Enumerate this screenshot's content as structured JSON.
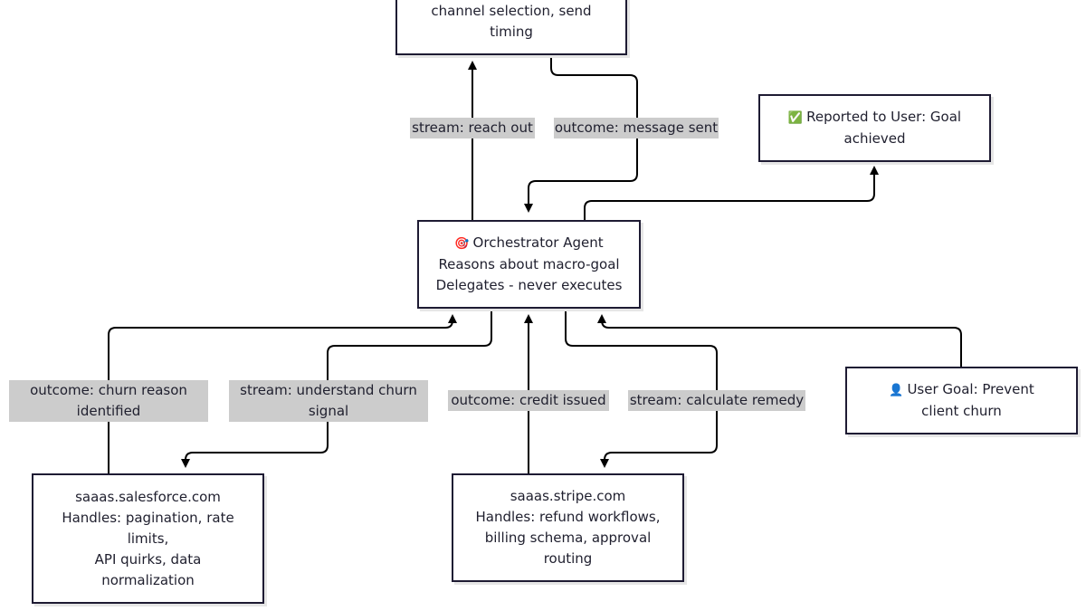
{
  "nodes": {
    "channel": {
      "lines": [
        "channel selection, send",
        "timing"
      ]
    },
    "reported": {
      "icon": "check-mark-icon",
      "icon_glyph": "✅",
      "lines": [
        "Reported to User: Goal",
        "achieved"
      ]
    },
    "orchestrator": {
      "icon": "target-icon",
      "icon_glyph": "🎯",
      "lines": [
        "Orchestrator Agent",
        "Reasons about macro-goal",
        "Delegates - never executes"
      ]
    },
    "user_goal": {
      "icon": "user-icon",
      "icon_glyph": "👤",
      "lines": [
        "User Goal: Prevent",
        "client churn"
      ]
    },
    "salesforce": {
      "lines": [
        "saaas.salesforce.com",
        "Handles: pagination, rate",
        "limits,",
        "API quirks, data",
        "normalization"
      ]
    },
    "stripe": {
      "lines": [
        "saaas.stripe.com",
        "Handles: refund workflows,",
        "billing schema, approval",
        "routing"
      ]
    }
  },
  "edges": {
    "reach_out": {
      "lines": [
        "stream: reach out"
      ]
    },
    "message_sent": {
      "lines": [
        "outcome: message sent"
      ]
    },
    "churn_reason": {
      "lines": [
        "outcome: churn reason",
        "identified"
      ]
    },
    "understand_churn": {
      "lines": [
        "stream: understand churn",
        "signal"
      ]
    },
    "credit_issued": {
      "lines": [
        "outcome: credit issued"
      ]
    },
    "calculate_remedy": {
      "lines": [
        "stream: calculate remedy"
      ]
    }
  },
  "colors": {
    "edge": "#000000",
    "node_border": "#1e1b33",
    "label_bg": "#cccccc"
  }
}
